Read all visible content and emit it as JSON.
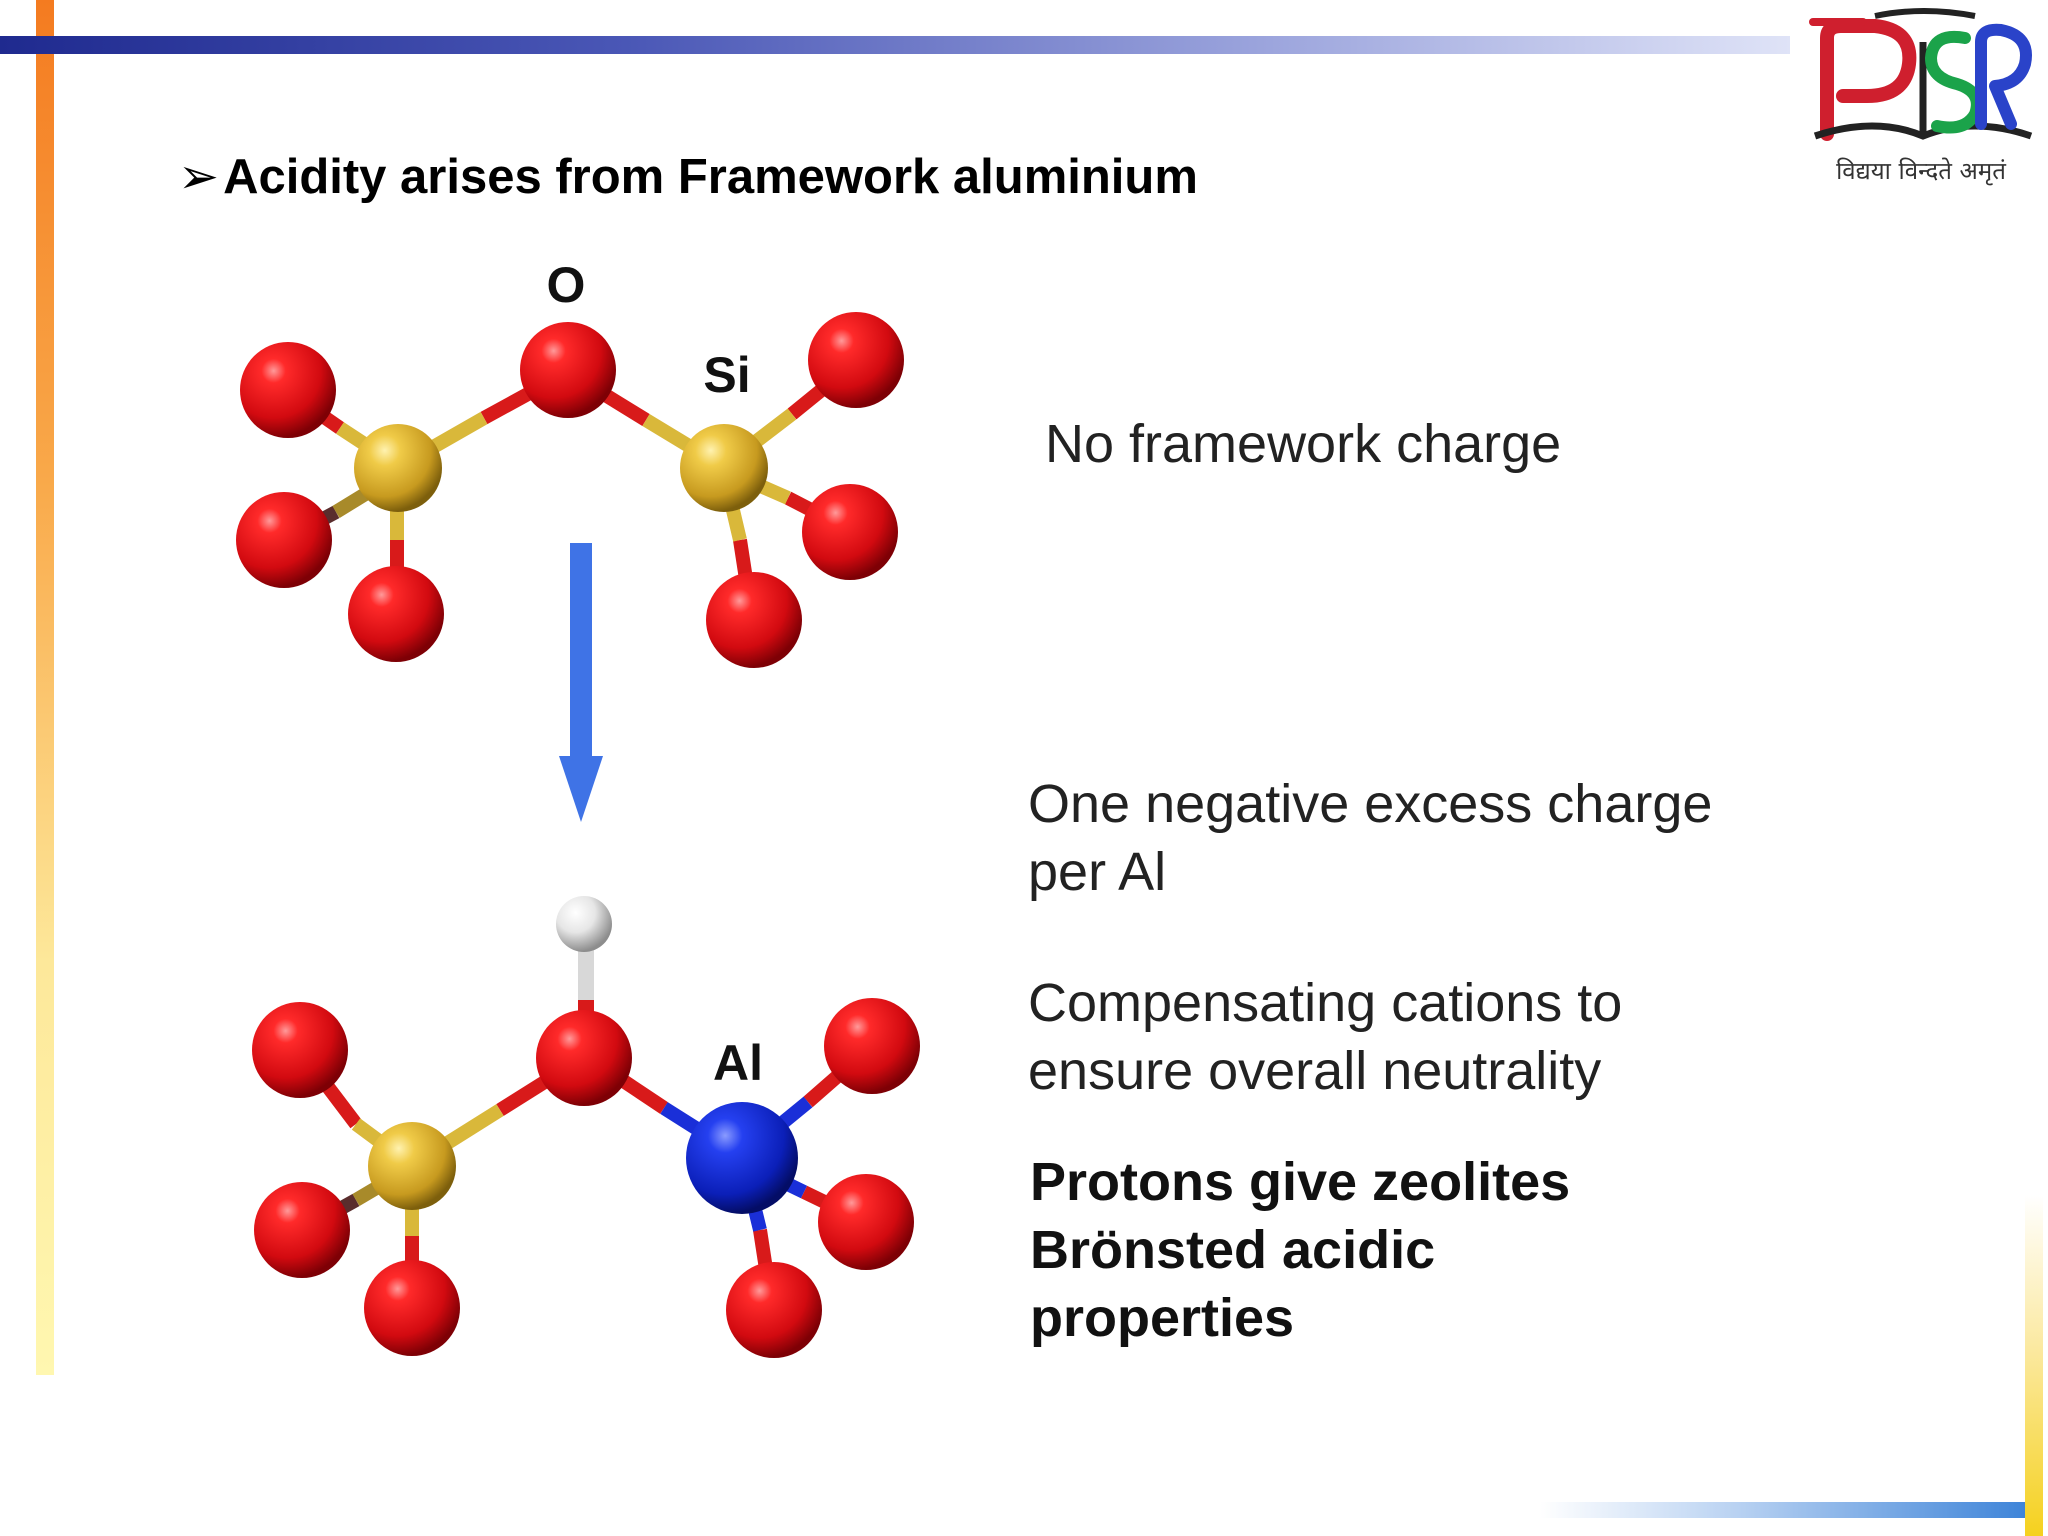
{
  "title": {
    "bullet": "➢",
    "text": "Acidity arises from Framework aluminium"
  },
  "logo": {
    "letters": "PSR",
    "tagline": "विद्यया विन्दते अमृतं"
  },
  "labels": {
    "oxygen": "O",
    "silicon": "Si",
    "aluminium": "Al"
  },
  "descriptions": {
    "no_charge": "No framework charge",
    "negative_charge_line1": "One negative excess charge",
    "negative_charge_line2": "per Al",
    "compensating_line1": "Compensating cations to",
    "compensating_line2": "ensure overall neutrality",
    "protons_line1": "Protons give zeolites",
    "protons_line2": "Brönsted acidic",
    "protons_line3": "properties"
  },
  "colors": {
    "oxygen": "#e0141a",
    "silicon": "#e8c23a",
    "aluminium": "#1a2fd8",
    "hydrogen": "#e8e8e8",
    "arrow": "#3f73e6"
  }
}
